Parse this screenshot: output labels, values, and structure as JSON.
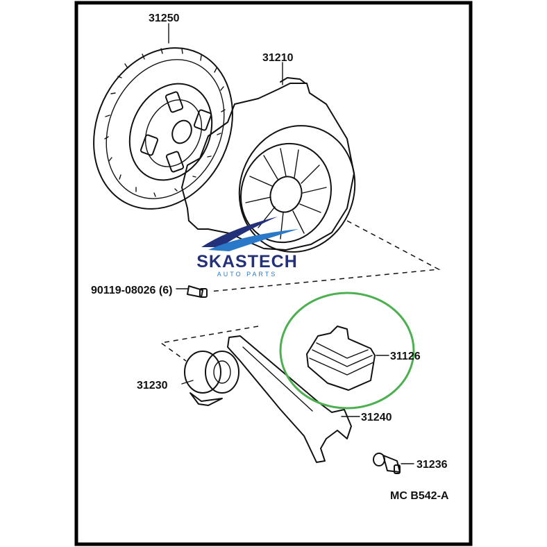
{
  "parts": [
    {
      "id": "disc",
      "number": "31250"
    },
    {
      "id": "cover",
      "number": "31210"
    },
    {
      "id": "bolt",
      "number": "90119-08026 (6)"
    },
    {
      "id": "boot",
      "number": "31126"
    },
    {
      "id": "bearing",
      "number": "31230"
    },
    {
      "id": "fork",
      "number": "31240"
    },
    {
      "id": "pivot",
      "number": "31236"
    }
  ],
  "diagram_code": "MC  B542-A",
  "watermark": {
    "name": "SKASTECH",
    "tagline": "AUTO PARTS",
    "logo": "wing-logo-icon"
  },
  "highlight": {
    "part": "31126",
    "color": "#4caf50"
  },
  "colors": {
    "frame": "#000000",
    "ink": "#111111",
    "watermark_dark": "#23307a",
    "watermark_light": "#2a78c8"
  }
}
